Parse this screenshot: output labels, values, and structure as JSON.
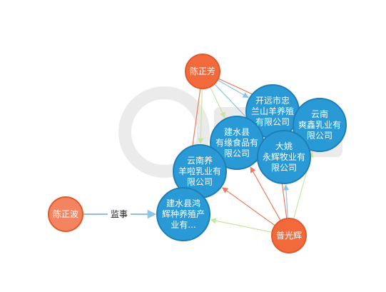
{
  "colors": {
    "person_fill": "#f26a3c",
    "person_stroke": "#e05a2e",
    "person_fill_light": "#f4845f",
    "company_fill": "#2a9ad6",
    "company_stroke": "#1f7fb5",
    "edge_red": "#f07a5c",
    "edge_blue": "#8ac6e6",
    "edge_green": "#c8e6a0",
    "edge_label_arrow": "#7db8e0"
  },
  "nodes": [
    {
      "id": "chen-zhengfang",
      "kind": "person",
      "lines": [
        "陈正芳"
      ]
    },
    {
      "id": "chen-zhengbo",
      "kind": "person-light",
      "lines": [
        "陈正波"
      ]
    },
    {
      "id": "pu-guanghui",
      "kind": "person",
      "lines": [
        "普光辉"
      ]
    },
    {
      "id": "kaiyuan-zhonglanshan",
      "kind": "company",
      "lines": [
        "开远市忠",
        "兰山羊养殖",
        "有限公司"
      ]
    },
    {
      "id": "yunnan-shuangxin",
      "kind": "company",
      "lines": [
        "云南",
        "爽鑫乳业有",
        "限公司"
      ]
    },
    {
      "id": "jianshui-youyuan",
      "kind": "company",
      "lines": [
        "建水县",
        "有缘食品有",
        "限公司"
      ]
    },
    {
      "id": "dayao-yonghui",
      "kind": "company",
      "lines": [
        "大姚",
        "永辉牧业有",
        "限公司"
      ]
    },
    {
      "id": "yunnan-yangla",
      "kind": "company",
      "lines": [
        "云南养",
        "羊啦乳业有",
        "限公司"
      ]
    },
    {
      "id": "jianshui-honghui",
      "kind": "company",
      "lines": [
        "建水县鸿",
        "辉种养殖产",
        "业有..."
      ]
    }
  ],
  "edges": [
    {
      "from": "chen-zhengbo",
      "to": "jianshui-honghui",
      "color": "blue",
      "label": "监事"
    },
    {
      "from": "chen-zhengfang",
      "to": "jianshui-honghui",
      "color": "red",
      "label": ""
    },
    {
      "from": "chen-zhengfang",
      "to": "yunnan-yangla",
      "color": "green",
      "label": ""
    },
    {
      "from": "chen-zhengfang",
      "to": "jianshui-youyuan",
      "color": "green",
      "label": ""
    },
    {
      "from": "chen-zhengfang",
      "to": "kaiyuan-zhonglanshan",
      "color": "blue",
      "label": ""
    },
    {
      "from": "chen-zhengfang",
      "to": "yunnan-shuangxin",
      "color": "red",
      "label": ""
    },
    {
      "from": "chen-zhengfang",
      "to": "dayao-yonghui",
      "color": "blue",
      "label": ""
    },
    {
      "from": "pu-guanghui",
      "to": "jianshui-honghui",
      "color": "green",
      "label": ""
    },
    {
      "from": "pu-guanghui",
      "to": "yunnan-yangla",
      "color": "red",
      "label": ""
    },
    {
      "from": "pu-guanghui",
      "to": "jianshui-youyuan",
      "color": "red",
      "label": ""
    },
    {
      "from": "pu-guanghui",
      "to": "dayao-yonghui",
      "color": "blue",
      "label": ""
    },
    {
      "from": "pu-guanghui",
      "to": "yunnan-shuangxin",
      "color": "green",
      "label": ""
    },
    {
      "from": "pu-guanghui",
      "to": "kaiyuan-zhonglanshan",
      "color": "red",
      "label": ""
    },
    {
      "from": "jianshui-youyuan",
      "to": "jianshui-honghui",
      "color": "blue",
      "label": ""
    },
    {
      "from": "dayao-yonghui",
      "to": "yunnan-yangla",
      "color": "blue",
      "label": ""
    },
    {
      "from": "kaiyuan-zhonglanshan",
      "to": "yunnan-shuangxin",
      "color": "red",
      "label": ""
    }
  ]
}
